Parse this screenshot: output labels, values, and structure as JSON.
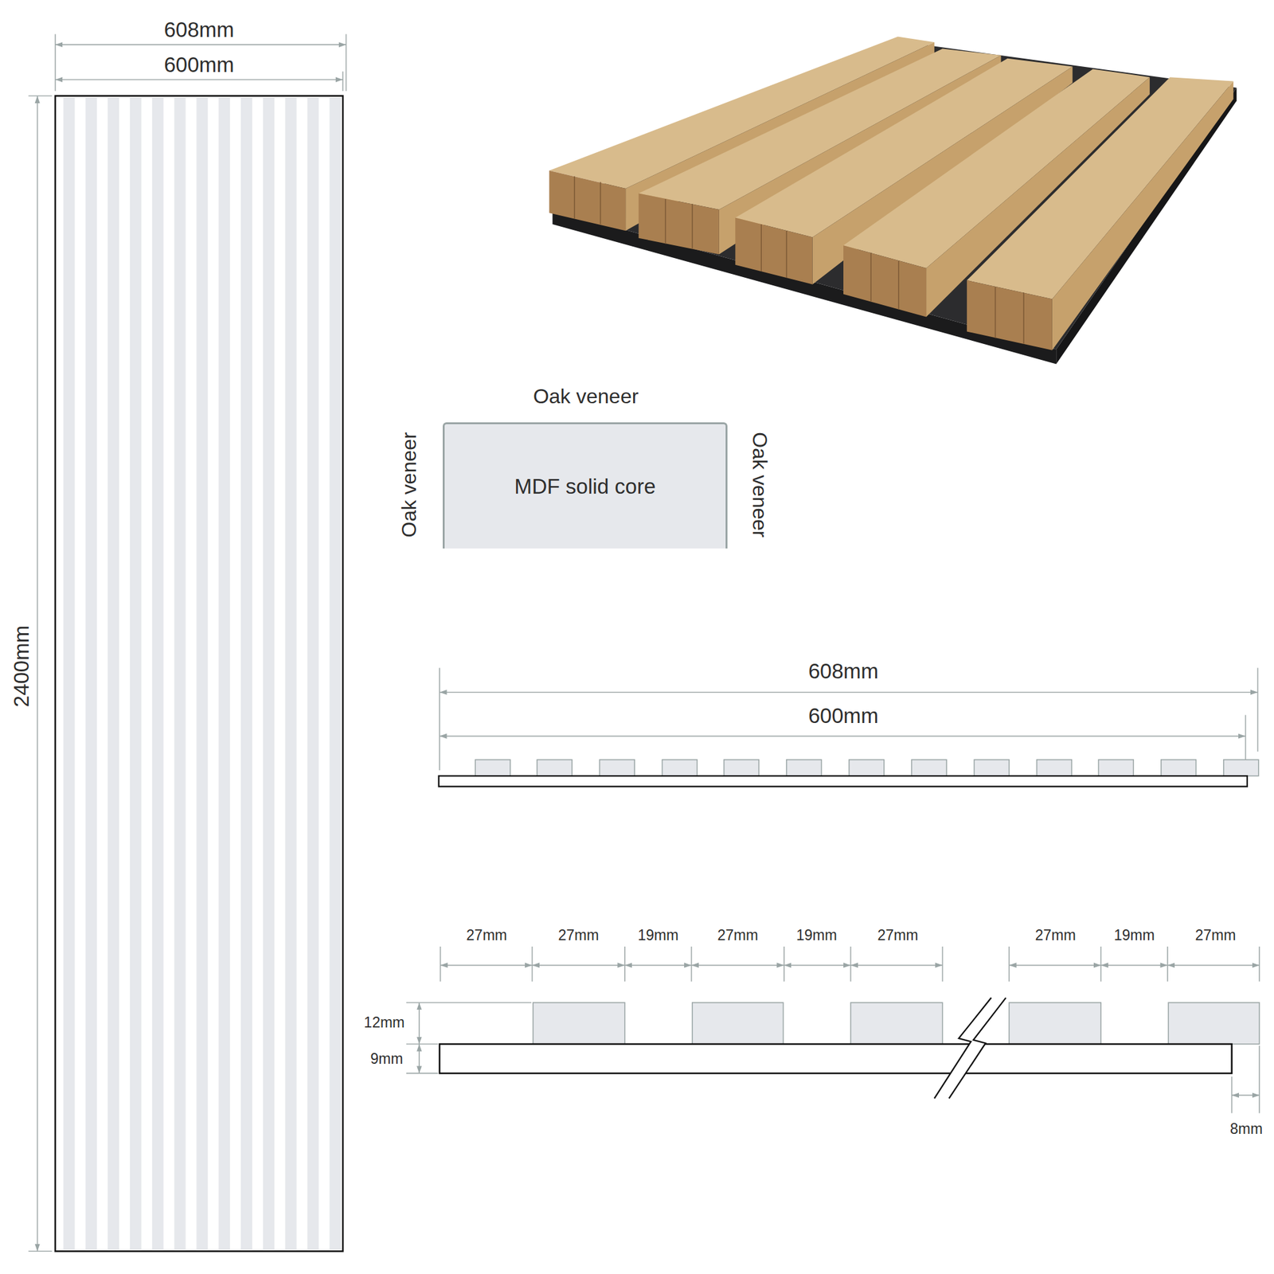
{
  "diagram": {
    "nodes": [
      {
        "text": [
          "MDF solid core"
        ]
      }
    ],
    "labels": [
      "608mm",
      "600mm",
      "2400mm",
      "Oak veneer",
      "Oak veneer",
      "Oak veneer",
      "608mm",
      "600mm",
      "27mm",
      "27mm",
      "19mm",
      "27mm",
      "19mm",
      "27mm",
      "27mm",
      "19mm",
      "27mm",
      "12mm",
      "9mm",
      "8mm"
    ]
  }
}
